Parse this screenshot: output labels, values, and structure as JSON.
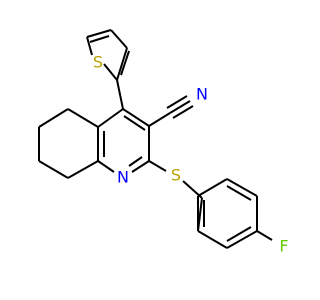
{
  "molecule": {
    "atoms": {
      "sulfur_thiophene": {
        "symbol": "S",
        "color": "#b8a200"
      },
      "nitrogen_nitrile": {
        "symbol": "N",
        "color": "#0000ff"
      },
      "nitrogen_ring": {
        "symbol": "N",
        "color": "#0000ff"
      },
      "sulfur_thioether": {
        "symbol": "S",
        "color": "#b8a200"
      },
      "fluorine": {
        "symbol": "F",
        "color": "#66cc00"
      }
    }
  }
}
